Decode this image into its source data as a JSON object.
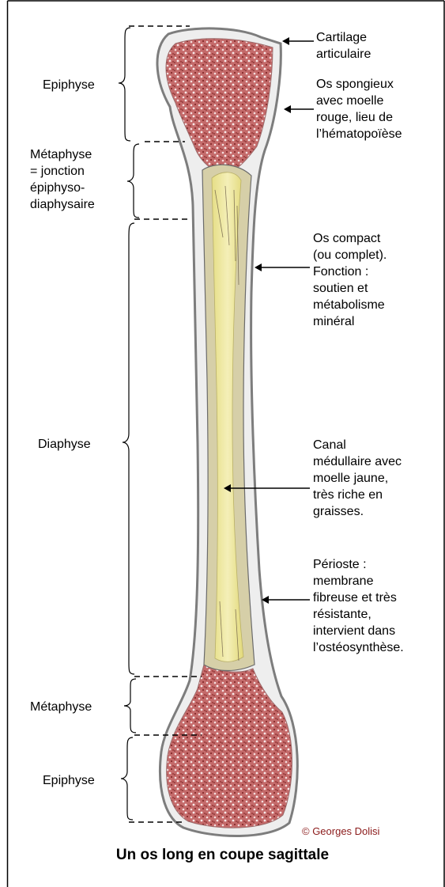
{
  "left_labels": {
    "epiphyse_top": "Epiphyse",
    "metaphyse_top": "Métaphyse\n= jonction\népiphyso-\ndiaphysaire",
    "diaphyse": "Diaphyse",
    "metaphyse_bottom": "Métaphyse",
    "epiphyse_bottom": "Epiphyse"
  },
  "right_labels": {
    "cartilage": "Cartilage\narticulaire",
    "spongieux": "Os spongieux\navec moelle\nrouge, lieu de\nl’hématopoïèse",
    "compact": "Os compact\n(ou complet).\nFonction :\nsoutien et\nmétabolisme\nminéral",
    "canal": "Canal\nmédullaire avec\nmoelle jaune,\ntrès riche en\ngraisses.",
    "perioste": "Périoste :\nmembrane\nfibreuse et très\nrésistante,\nintervient dans\nl’ostéosynthèse."
  },
  "copyright": "© Georges Dolisi",
  "title": "Un os long en coupe sagittale",
  "colors": {
    "border": "#000000",
    "cartilage": "#f1f1f1",
    "bone_outline": "#8a8a8a",
    "red_marrow": "#b34b4b",
    "yellow_marrow": "#ece79a",
    "compact_bone": "#d9d2ad"
  }
}
